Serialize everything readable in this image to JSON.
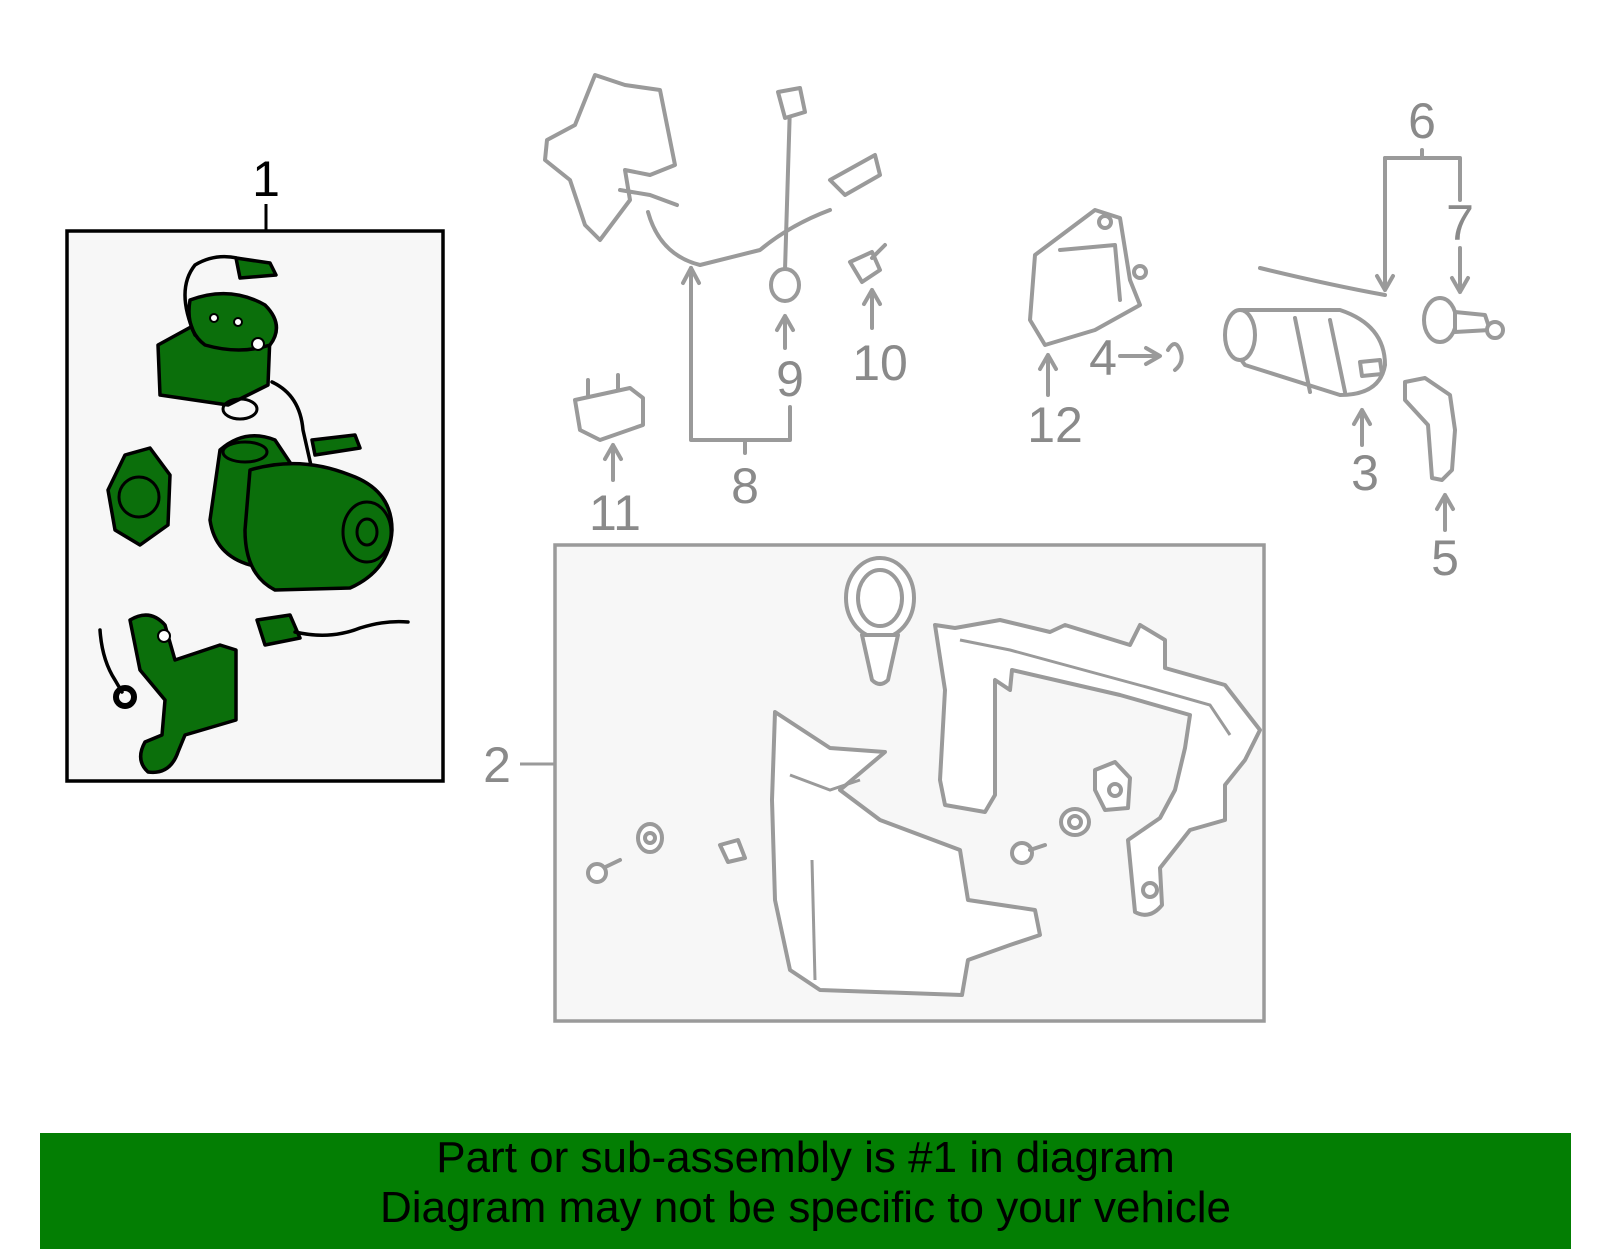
{
  "callouts": {
    "n1": "1",
    "n2": "2",
    "n3": "3",
    "n4": "4",
    "n5": "5",
    "n6": "6",
    "n7": "7",
    "n8": "8",
    "n9": "9",
    "n10": "10",
    "n11": "11",
    "n12": "12"
  },
  "banner": {
    "line1": "Part or sub-assembly is #1 in diagram",
    "line2": "Diagram may not be specific to your vehicle"
  },
  "colors": {
    "highlight": "#037e03",
    "part_green": "#0b6f0b",
    "outline_gray": "#9a9a9a",
    "box_fill": "#f7f7f7"
  }
}
